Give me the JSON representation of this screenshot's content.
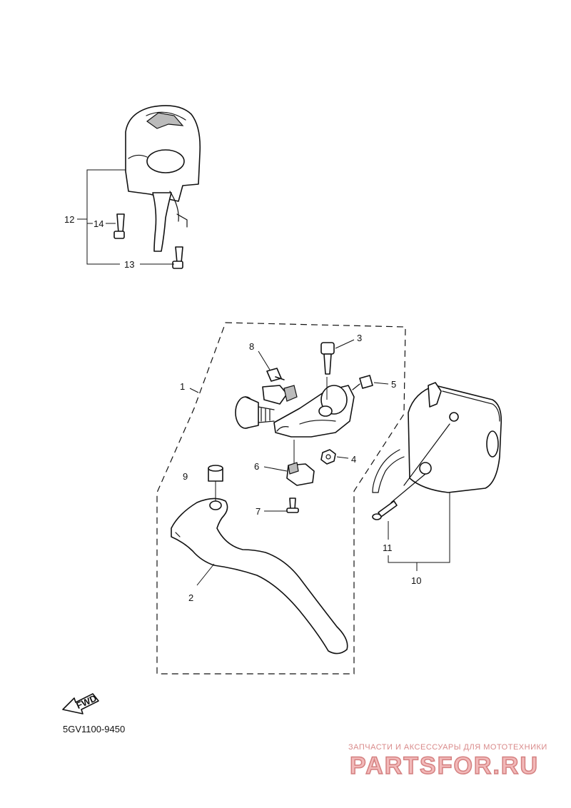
{
  "diagram": {
    "code": "5GV1100-9450",
    "fwd_label": "FWD",
    "part_numbers": [
      "1",
      "2",
      "3",
      "4",
      "5",
      "6",
      "7",
      "8",
      "9",
      "10",
      "11",
      "12",
      "13",
      "14"
    ]
  },
  "watermark": {
    "tagline": "ЗАПЧАСТИ И АКСЕССУАРЫ ДЛЯ МОТОТЕХНИКИ",
    "brand": "PARTSFOR.RU"
  }
}
